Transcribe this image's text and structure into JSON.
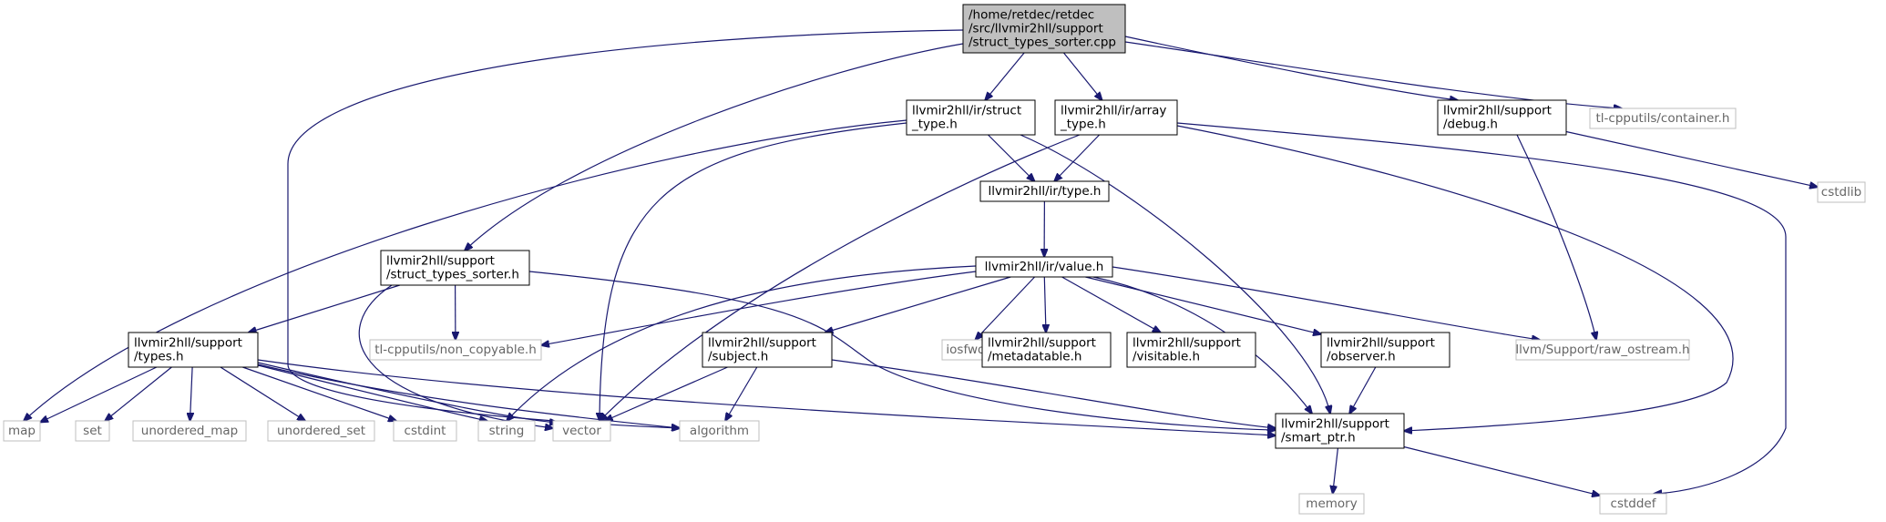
{
  "colors": {
    "edge": "#191970",
    "node_border": "#000000",
    "external_border": "#bfbfbf",
    "root_fill": "#bfbfbf",
    "external_text": "#666666"
  },
  "nodes": [
    {
      "id": "root",
      "lines": [
        "/home/retdec/retdec",
        "/src/llvmir2hll/support",
        "/struct_types_sorter.cpp"
      ],
      "kind": "root"
    },
    {
      "id": "struct_type",
      "lines": [
        "llvmir2hll/ir/struct",
        "_type.h"
      ],
      "kind": "file"
    },
    {
      "id": "array_type",
      "lines": [
        "llvmir2hll/ir/array",
        "_type.h"
      ],
      "kind": "file"
    },
    {
      "id": "debug",
      "lines": [
        "llvmir2hll/support",
        "/debug.h"
      ],
      "kind": "file"
    },
    {
      "id": "container",
      "lines": [
        "tl-cpputils/container.h"
      ],
      "kind": "external"
    },
    {
      "id": "cstdlib",
      "lines": [
        "cstdlib"
      ],
      "kind": "external"
    },
    {
      "id": "type",
      "lines": [
        "llvmir2hll/ir/type.h"
      ],
      "kind": "file"
    },
    {
      "id": "value",
      "lines": [
        "llvmir2hll/ir/value.h"
      ],
      "kind": "file"
    },
    {
      "id": "sts_h",
      "lines": [
        "llvmir2hll/support",
        "/struct_types_sorter.h"
      ],
      "kind": "file"
    },
    {
      "id": "non_copyable",
      "lines": [
        "tl-cpputils/non_copyable.h"
      ],
      "kind": "external"
    },
    {
      "id": "types_h",
      "lines": [
        "llvmir2hll/support",
        "/types.h"
      ],
      "kind": "file"
    },
    {
      "id": "subject",
      "lines": [
        "llvmir2hll/support",
        "/subject.h"
      ],
      "kind": "file"
    },
    {
      "id": "iosfwd",
      "lines": [
        "iosfwd"
      ],
      "kind": "external"
    },
    {
      "id": "metadatable",
      "lines": [
        "llvmir2hll/support",
        "/metadatable.h"
      ],
      "kind": "file"
    },
    {
      "id": "visitable",
      "lines": [
        "llvmir2hll/support",
        "/visitable.h"
      ],
      "kind": "file"
    },
    {
      "id": "observer",
      "lines": [
        "llvmir2hll/support",
        "/observer.h"
      ],
      "kind": "file"
    },
    {
      "id": "raw_ostream",
      "lines": [
        "llvm/Support/raw_ostream.h"
      ],
      "kind": "external"
    },
    {
      "id": "map",
      "lines": [
        "map"
      ],
      "kind": "external"
    },
    {
      "id": "set",
      "lines": [
        "set"
      ],
      "kind": "external"
    },
    {
      "id": "unordered_map",
      "lines": [
        "unordered_map"
      ],
      "kind": "external"
    },
    {
      "id": "unordered_set",
      "lines": [
        "unordered_set"
      ],
      "kind": "external"
    },
    {
      "id": "cstdint",
      "lines": [
        "cstdint"
      ],
      "kind": "external"
    },
    {
      "id": "string",
      "lines": [
        "string"
      ],
      "kind": "external"
    },
    {
      "id": "vector",
      "lines": [
        "vector"
      ],
      "kind": "external"
    },
    {
      "id": "algorithm",
      "lines": [
        "algorithm"
      ],
      "kind": "external"
    },
    {
      "id": "smart_ptr",
      "lines": [
        "llvmir2hll/support",
        "/smart_ptr.h"
      ],
      "kind": "file"
    },
    {
      "id": "memory",
      "lines": [
        "memory"
      ],
      "kind": "external"
    },
    {
      "id": "cstddef",
      "lines": [
        "cstddef"
      ],
      "kind": "external"
    }
  ],
  "edges": [
    {
      "from": "root",
      "to": "struct_type"
    },
    {
      "from": "root",
      "to": "array_type"
    },
    {
      "from": "root",
      "to": "debug"
    },
    {
      "from": "root",
      "to": "container"
    },
    {
      "from": "root",
      "to": "sts_h"
    },
    {
      "from": "root",
      "to": "algorithm"
    },
    {
      "from": "struct_type",
      "to": "type"
    },
    {
      "from": "struct_type",
      "to": "map"
    },
    {
      "from": "struct_type",
      "to": "vector"
    },
    {
      "from": "struct_type",
      "to": "smart_ptr"
    },
    {
      "from": "array_type",
      "to": "type"
    },
    {
      "from": "array_type",
      "to": "vector"
    },
    {
      "from": "array_type",
      "to": "smart_ptr"
    },
    {
      "from": "array_type",
      "to": "cstddef"
    },
    {
      "from": "debug",
      "to": "cstdlib"
    },
    {
      "from": "debug",
      "to": "raw_ostream"
    },
    {
      "from": "type",
      "to": "value"
    },
    {
      "from": "value",
      "to": "non_copyable"
    },
    {
      "from": "value",
      "to": "subject"
    },
    {
      "from": "value",
      "to": "iosfwd"
    },
    {
      "from": "value",
      "to": "metadatable"
    },
    {
      "from": "value",
      "to": "visitable"
    },
    {
      "from": "value",
      "to": "observer"
    },
    {
      "from": "value",
      "to": "raw_ostream"
    },
    {
      "from": "value",
      "to": "string"
    },
    {
      "from": "value",
      "to": "smart_ptr"
    },
    {
      "from": "sts_h",
      "to": "non_copyable"
    },
    {
      "from": "sts_h",
      "to": "types_h"
    },
    {
      "from": "sts_h",
      "to": "vector"
    },
    {
      "from": "sts_h",
      "to": "smart_ptr"
    },
    {
      "from": "types_h",
      "to": "map"
    },
    {
      "from": "types_h",
      "to": "set"
    },
    {
      "from": "types_h",
      "to": "unordered_map"
    },
    {
      "from": "types_h",
      "to": "unordered_set"
    },
    {
      "from": "types_h",
      "to": "cstdint"
    },
    {
      "from": "types_h",
      "to": "string"
    },
    {
      "from": "types_h",
      "to": "vector"
    },
    {
      "from": "types_h",
      "to": "algorithm"
    },
    {
      "from": "types_h",
      "to": "smart_ptr"
    },
    {
      "from": "subject",
      "to": "vector"
    },
    {
      "from": "subject",
      "to": "algorithm"
    },
    {
      "from": "subject",
      "to": "smart_ptr"
    },
    {
      "from": "observer",
      "to": "smart_ptr"
    },
    {
      "from": "smart_ptr",
      "to": "memory"
    },
    {
      "from": "smart_ptr",
      "to": "cstddef"
    }
  ]
}
